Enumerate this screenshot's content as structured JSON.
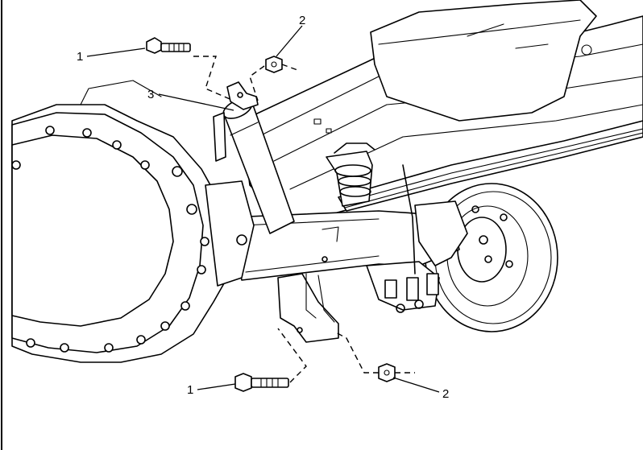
{
  "callouts": [
    {
      "id": "c1-top",
      "label": "1"
    },
    {
      "id": "c2-top",
      "label": "2"
    },
    {
      "id": "c3",
      "label": "3"
    },
    {
      "id": "c1-bottom",
      "label": "1"
    },
    {
      "id": "c2-bottom",
      "label": "2"
    }
  ]
}
